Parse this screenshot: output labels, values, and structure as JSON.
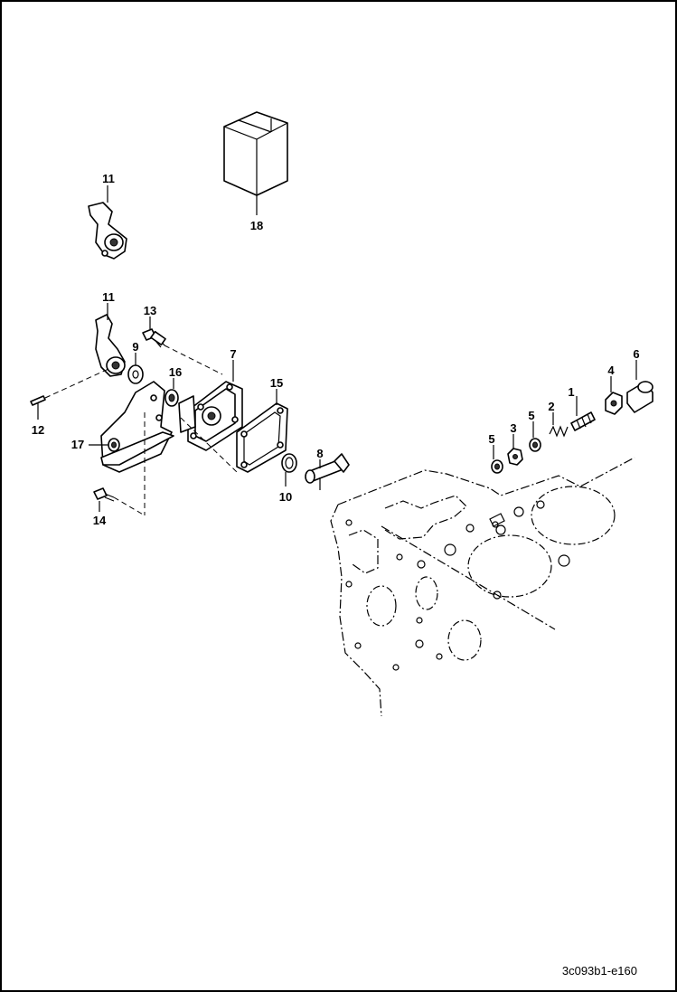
{
  "reference_code": "3c093b1-e160",
  "callouts": [
    "1",
    "2",
    "3",
    "4",
    "5",
    "5",
    "6",
    "7",
    "8",
    "9",
    "10",
    "11",
    "11",
    "12",
    "13",
    "14",
    "15",
    "16",
    "17",
    "18"
  ]
}
